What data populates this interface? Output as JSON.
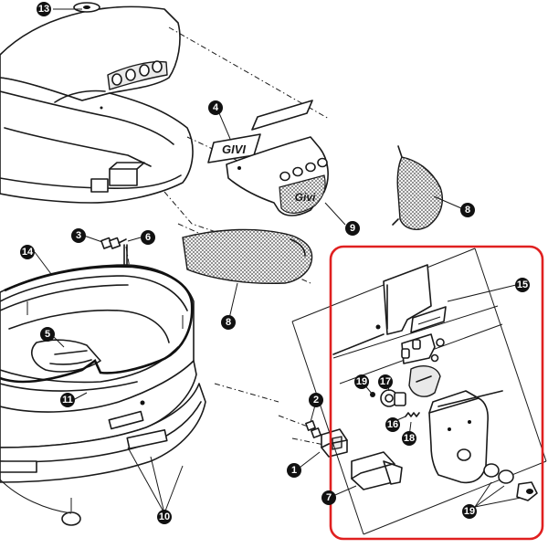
{
  "diagram": {
    "highlight_color": "#e02020",
    "line_color": "#1a1a1a",
    "brand_marks": "GIVI",
    "callouts": {
      "c13": "13",
      "c4": "4",
      "c8a": "8",
      "c9": "9",
      "c3": "3",
      "c6": "6",
      "c14": "14",
      "c5": "5",
      "c8b": "8",
      "c11": "11",
      "c15": "15",
      "c2": "2",
      "c1": "1",
      "c7": "7",
      "c10": "10",
      "c19a": "19",
      "c17": "17",
      "c16": "16",
      "c18": "18",
      "c19b": "19"
    }
  }
}
